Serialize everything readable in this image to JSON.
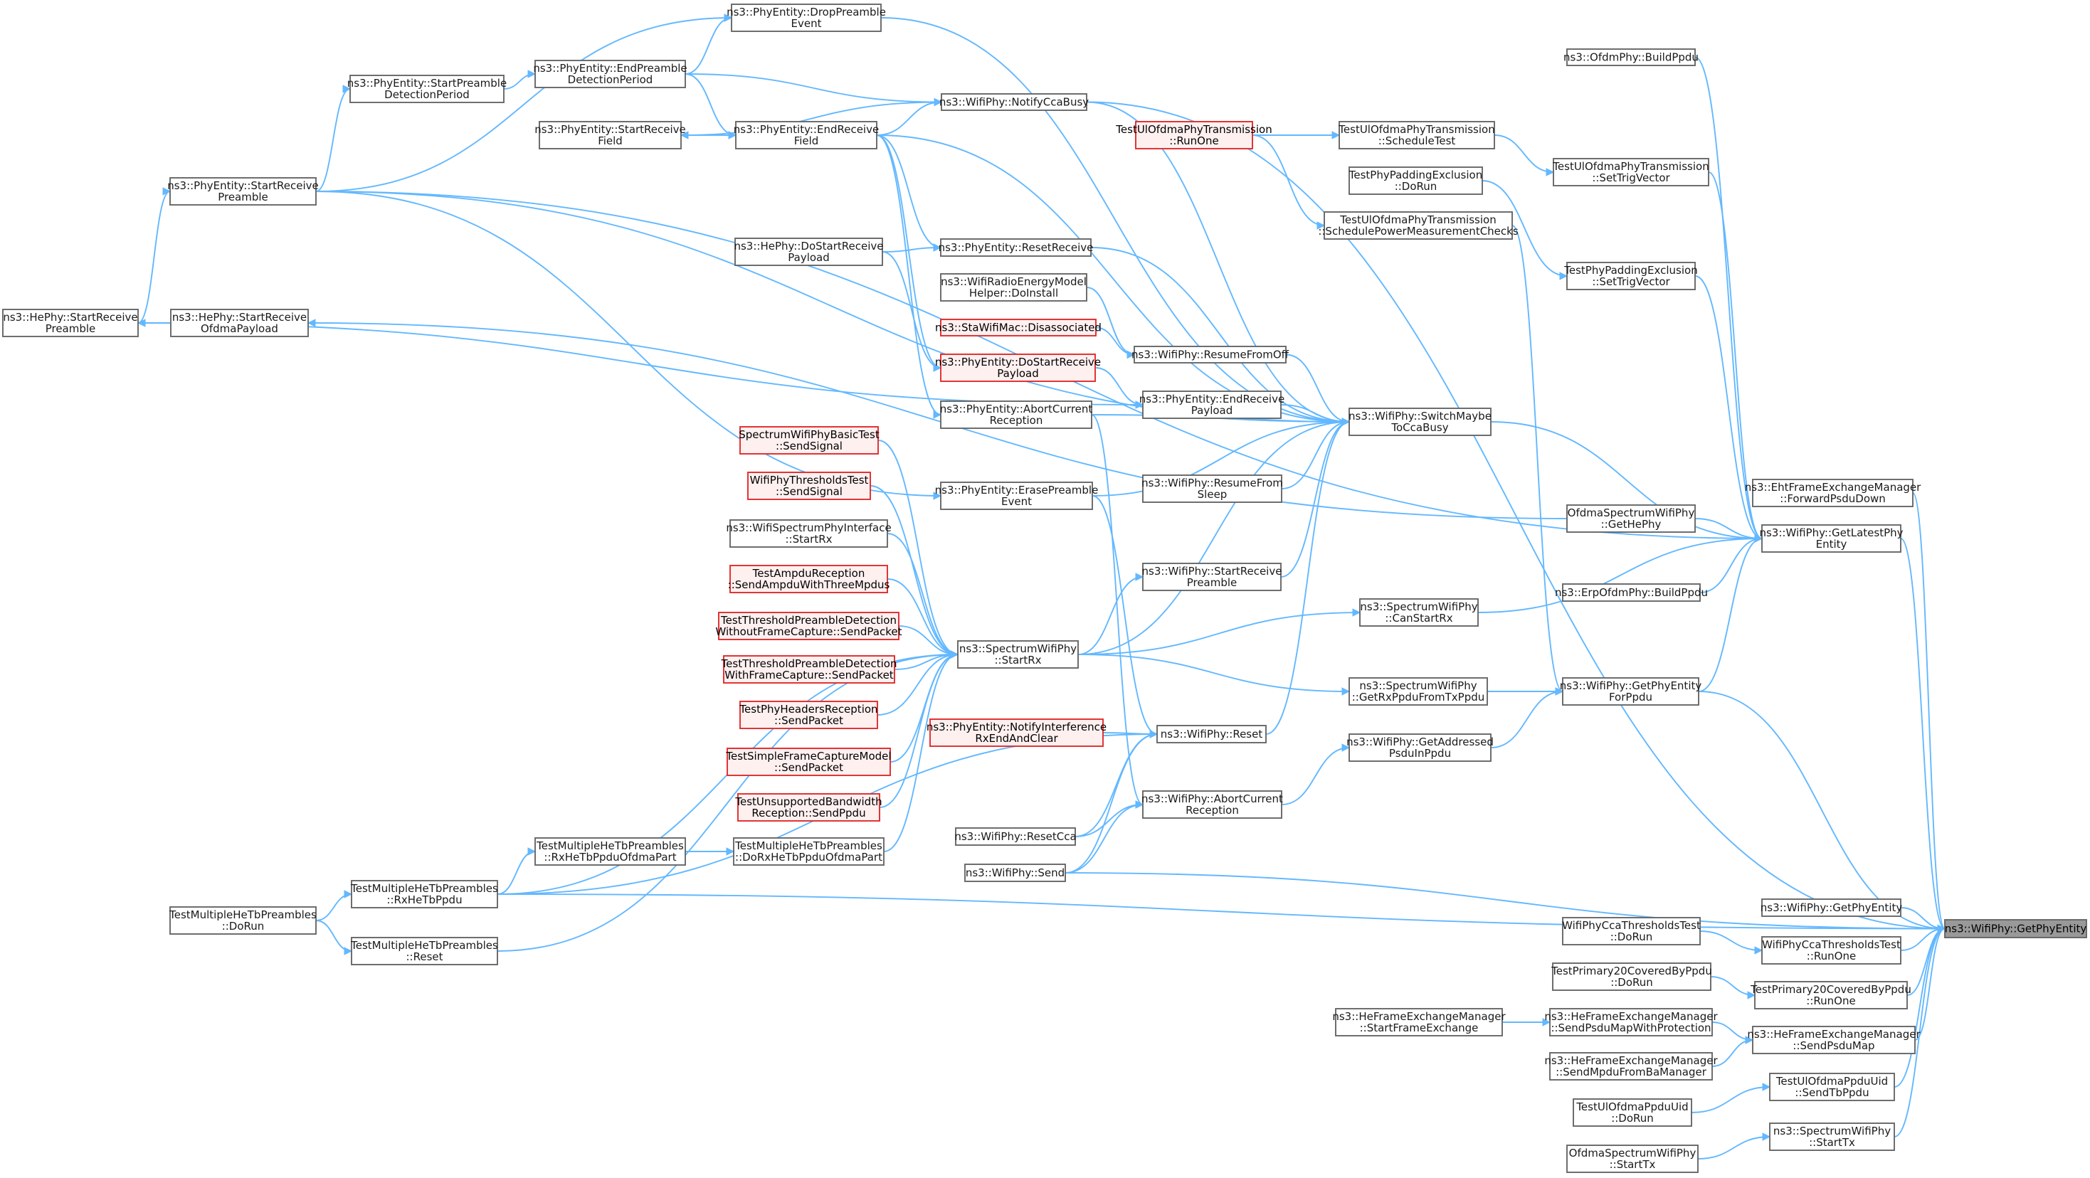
{
  "colors": {
    "edge": "#63b8ff",
    "node_border": "#666666",
    "node_fill": "#ffffff",
    "highlight_border": "#e22b2b",
    "highlight_fill": "#fff0f0",
    "root_fill": "#999999"
  },
  "nodes": [
    {
      "id": "root",
      "kind": "root",
      "lines": [
        "ns3::WifiPhy::GetPhyEntity"
      ]
    },
    {
      "id": "getLatest",
      "lines": [
        "ns3::WifiPhy::GetLatestPhy",
        "Entity"
      ]
    },
    {
      "id": "getPhyEntityForPpdu",
      "lines": [
        "ns3::WifiPhy::GetPhyEntity",
        "ForPpdu"
      ]
    },
    {
      "id": "getPhyEntity2",
      "lines": [
        "ns3::WifiPhy::GetPhyEntity"
      ]
    },
    {
      "id": "ehtForward",
      "lines": [
        "ns3::EhtFrameExchangeManager",
        "::ForwardPsduDown"
      ]
    },
    {
      "id": "ofdmBuild",
      "lines": [
        "ns3::OfdmPhy::BuildPpdu"
      ]
    },
    {
      "id": "erpBuild",
      "lines": [
        "ns3::ErpOfdmPhy::BuildPpdu"
      ]
    },
    {
      "id": "testSetTrig",
      "lines": [
        "TestUlOfdmaPhyTransmission",
        "::SetTrigVector"
      ]
    },
    {
      "id": "testSchedule",
      "lines": [
        "TestUlOfdmaPhyTransmission",
        "::ScheduleTest"
      ]
    },
    {
      "id": "testRunOne",
      "kind": "red",
      "lines": [
        "TestUlOfdmaPhyTransmission",
        "::RunOne"
      ]
    },
    {
      "id": "testPadDoRun",
      "lines": [
        "TestPhyPaddingExclusion",
        "::DoRun"
      ]
    },
    {
      "id": "testPadSetTrig",
      "lines": [
        "TestPhyPaddingExclusion",
        "::SetTrigVector"
      ]
    },
    {
      "id": "testSchedulePower",
      "lines": [
        "TestUlOfdmaPhyTransmission",
        "::SchedulePowerMeasurementChecks"
      ]
    },
    {
      "id": "ofdmaGetHe",
      "lines": [
        "OfdmaSpectrumWifiPhy",
        "::GetHePhy"
      ]
    },
    {
      "id": "canStartRx",
      "lines": [
        "ns3::SpectrumWifiPhy",
        "::CanStartRx"
      ]
    },
    {
      "id": "getRxPpdu",
      "lines": [
        "ns3::SpectrumWifiPhy",
        "::GetRxPpduFromTxPpdu"
      ]
    },
    {
      "id": "getAddressed",
      "lines": [
        "ns3::WifiPhy::GetAddressed",
        "PsduInPpdu"
      ]
    },
    {
      "id": "switchMaybe",
      "lines": [
        "ns3::WifiPhy::SwitchMaybe",
        "ToCcaBusy"
      ]
    },
    {
      "id": "notifyCca",
      "lines": [
        "ns3::WifiPhy::NotifyCcaBusy"
      ]
    },
    {
      "id": "dropPreamble",
      "lines": [
        "ns3::PhyEntity::DropPreamble",
        "Event"
      ]
    },
    {
      "id": "endPreamble",
      "lines": [
        "ns3::PhyEntity::EndPreamble",
        "DetectionPeriod"
      ]
    },
    {
      "id": "startPreambleDet",
      "lines": [
        "ns3::PhyEntity::StartPreamble",
        "DetectionPeriod"
      ]
    },
    {
      "id": "endRecvField",
      "lines": [
        "ns3::PhyEntity::EndReceive",
        "Field"
      ]
    },
    {
      "id": "startRecvField",
      "lines": [
        "ns3::PhyEntity::StartReceive",
        "Field"
      ]
    },
    {
      "id": "startRecvPreamble",
      "lines": [
        "ns3::PhyEntity::StartReceive",
        "Preamble"
      ]
    },
    {
      "id": "heStartRecvPreamble",
      "lines": [
        "ns3::HePhy::StartReceive",
        "Preamble"
      ]
    },
    {
      "id": "heStartRecvOfdma",
      "lines": [
        "ns3::HePhy::StartReceive",
        "OfdmaPayload"
      ]
    },
    {
      "id": "heDoStartRecv",
      "lines": [
        "ns3::HePhy::DoStartReceive",
        "Payload"
      ]
    },
    {
      "id": "resetReceive",
      "lines": [
        "ns3::PhyEntity::ResetReceive"
      ]
    },
    {
      "id": "radioEnergy",
      "lines": [
        "ns3::WifiRadioEnergyModel",
        "Helper::DoInstall"
      ]
    },
    {
      "id": "staDisassoc",
      "kind": "red",
      "lines": [
        "ns3::StaWifiMac::Disassociated"
      ]
    },
    {
      "id": "resumeFromOff",
      "lines": [
        "ns3::WifiPhy::ResumeFromOff"
      ]
    },
    {
      "id": "doStartRecvPayload",
      "kind": "red",
      "lines": [
        "ns3::PhyEntity::DoStartReceive",
        "Payload"
      ]
    },
    {
      "id": "endRecvPayload",
      "lines": [
        "ns3::PhyEntity::EndReceive",
        "Payload"
      ]
    },
    {
      "id": "abortCurrentEntity",
      "lines": [
        "ns3::PhyEntity::AbortCurrent",
        "Reception"
      ]
    },
    {
      "id": "resumeFromSleep",
      "lines": [
        "ns3::WifiPhy::ResumeFrom",
        "Sleep"
      ]
    },
    {
      "id": "erasePreamble",
      "lines": [
        "ns3::PhyEntity::ErasePreamble",
        "Event"
      ]
    },
    {
      "id": "wifiStartRecvPreamble",
      "lines": [
        "ns3::WifiPhy::StartReceive",
        "Preamble"
      ]
    },
    {
      "id": "spectrumStartRx",
      "lines": [
        "ns3::SpectrumWifiPhy",
        "::StartRx"
      ]
    },
    {
      "id": "sbtSendSignal",
      "kind": "red",
      "lines": [
        "SpectrumWifiPhyBasicTest",
        "::SendSignal"
      ]
    },
    {
      "id": "wptSendSignal",
      "kind": "red",
      "lines": [
        "WifiPhyThresholdsTest",
        "::SendSignal"
      ]
    },
    {
      "id": "wsiStartRx",
      "lines": [
        "ns3::WifiSpectrumPhyInterface",
        "::StartRx"
      ]
    },
    {
      "id": "ampduSend",
      "kind": "red",
      "lines": [
        "TestAmpduReception",
        "::SendAmpduWithThreeMpdus"
      ]
    },
    {
      "id": "tpdWithout",
      "kind": "red",
      "lines": [
        "TestThresholdPreambleDetection",
        "WithoutFrameCapture::SendPacket"
      ]
    },
    {
      "id": "tpdWith",
      "kind": "red",
      "lines": [
        "TestThresholdPreambleDetection",
        "WithFrameCapture::SendPacket"
      ]
    },
    {
      "id": "headersSend",
      "kind": "red",
      "lines": [
        "TestPhyHeadersReception",
        "::SendPacket"
      ]
    },
    {
      "id": "simpleCapture",
      "kind": "red",
      "lines": [
        "TestSimpleFrameCaptureModel",
        "::SendPacket"
      ]
    },
    {
      "id": "unsupportedBw",
      "kind": "red",
      "lines": [
        "TestUnsupportedBandwidth",
        "Reception::SendPpdu"
      ]
    },
    {
      "id": "notifyInterference",
      "kind": "red",
      "lines": [
        "ns3::PhyEntity::NotifyInterference",
        "RxEndAndClear"
      ]
    },
    {
      "id": "wifiReset",
      "lines": [
        "ns3::WifiPhy::Reset"
      ]
    },
    {
      "id": "abortCurrentWifi",
      "lines": [
        "ns3::WifiPhy::AbortCurrent",
        "Reception"
      ]
    },
    {
      "id": "resetCca",
      "lines": [
        "ns3::WifiPhy::ResetCca"
      ]
    },
    {
      "id": "wifiSend",
      "lines": [
        "ns3::WifiPhy::Send"
      ]
    },
    {
      "id": "mheRxOfdma",
      "lines": [
        "TestMultipleHeTbPreambles",
        "::RxHeTbPpduOfdmaPart"
      ]
    },
    {
      "id": "mheDoRxOfdma",
      "lines": [
        "TestMultipleHeTbPreambles",
        "::DoRxHeTbPpduOfdmaPart"
      ]
    },
    {
      "id": "mheRxHeTb",
      "lines": [
        "TestMultipleHeTbPreambles",
        "::RxHeTbPpdu"
      ]
    },
    {
      "id": "mheDoRun",
      "lines": [
        "TestMultipleHeTbPreambles",
        "::DoRun"
      ]
    },
    {
      "id": "mheReset",
      "lines": [
        "TestMultipleHeTbPreambles",
        "::Reset"
      ]
    },
    {
      "id": "ccaDoRun",
      "lines": [
        "WifiPhyCcaThresholdsTest",
        "::DoRun"
      ]
    },
    {
      "id": "ccaRunOne",
      "lines": [
        "WifiPhyCcaThresholdsTest",
        "::RunOne"
      ]
    },
    {
      "id": "p20DoRun",
      "lines": [
        "TestPrimary20CoveredByPpdu",
        "::DoRun"
      ]
    },
    {
      "id": "p20RunOne",
      "lines": [
        "TestPrimary20CoveredByPpdu",
        "::RunOne"
      ]
    },
    {
      "id": "heStartFrame",
      "lines": [
        "ns3::HeFrameExchangeManager",
        "::StartFrameExchange"
      ]
    },
    {
      "id": "heSendProt",
      "lines": [
        "ns3::HeFrameExchangeManager",
        "::SendPsduMapWithProtection"
      ]
    },
    {
      "id": "heSendPsduMap",
      "lines": [
        "ns3::HeFrameExchangeManager",
        "::SendPsduMap"
      ]
    },
    {
      "id": "heSendMpdu",
      "lines": [
        "ns3::HeFrameExchangeManager",
        "::SendMpduFromBaManager"
      ]
    },
    {
      "id": "uidSendTb",
      "lines": [
        "TestUlOfdmaPpduUid",
        "::SendTbPpdu"
      ]
    },
    {
      "id": "uidDoRun",
      "lines": [
        "TestUlOfdmaPpduUid",
        "::DoRun"
      ]
    },
    {
      "id": "spectrumStartTx",
      "lines": [
        "ns3::SpectrumWifiPhy",
        "::StartTx"
      ]
    },
    {
      "id": "ofdmaStartTx",
      "lines": [
        "OfdmaSpectrumWifiPhy",
        "::StartTx"
      ]
    }
  ],
  "edges": [
    [
      "getLatest",
      "root"
    ],
    [
      "getPhyEntityForPpdu",
      "root"
    ],
    [
      "getPhyEntity2",
      "root"
    ],
    [
      "ehtForward",
      "root"
    ],
    [
      "ccaRunOne",
      "root"
    ],
    [
      "p20RunOne",
      "root"
    ],
    [
      "heSendPsduMap",
      "root"
    ],
    [
      "uidSendTb",
      "root"
    ],
    [
      "spectrumStartTx",
      "root"
    ],
    [
      "wifiSend",
      "root"
    ],
    [
      "mheRxHeTb",
      "root"
    ],
    [
      "notifyCca",
      "root"
    ],
    [
      "ofdmBuild",
      "getLatest"
    ],
    [
      "ccaDoRun",
      "ccaRunOne"
    ],
    [
      "p20DoRun",
      "p20RunOne"
    ],
    [
      "heSendProt",
      "heSendPsduMap"
    ],
    [
      "heSendMpdu",
      "heSendPsduMap"
    ],
    [
      "heStartFrame",
      "heSendProt"
    ],
    [
      "uidDoRun",
      "uidSendTb"
    ],
    [
      "ofdmaStartTx",
      "spectrumStartTx"
    ],
    [
      "switchMaybe",
      "getLatest"
    ],
    [
      "ofdmaGetHe",
      "getLatest"
    ],
    [
      "canStartRx",
      "getLatest"
    ],
    [
      "erpBuild",
      "getLatest"
    ],
    [
      "testSetTrig",
      "getLatest"
    ],
    [
      "testPadSetTrig",
      "getLatest"
    ],
    [
      "startRecvPreamble",
      "getLatest"
    ],
    [
      "getPhyEntityForPpdu",
      "getLatest"
    ],
    [
      "getRxPpdu",
      "getPhyEntityForPpdu"
    ],
    [
      "getAddressed",
      "getPhyEntityForPpdu"
    ],
    [
      "testSchedulePower",
      "getPhyEntityForPpdu"
    ],
    [
      "testSchedule",
      "testSetTrig"
    ],
    [
      "testRunOne",
      "testSchedule"
    ],
    [
      "testRunOne",
      "testSchedulePower"
    ],
    [
      "testPadDoRun",
      "testPadSetTrig"
    ],
    [
      "abortCurrentWifi",
      "getAddressed"
    ],
    [
      "spectrumStartRx",
      "getRxPpdu"
    ],
    [
      "spectrumStartRx",
      "canStartRx"
    ],
    [
      "notifyCca",
      "switchMaybe"
    ],
    [
      "dropPreamble",
      "switchMaybe"
    ],
    [
      "startRecvPreamble",
      "switchMaybe"
    ],
    [
      "endRecvField",
      "switchMaybe"
    ],
    [
      "resetReceive",
      "switchMaybe"
    ],
    [
      "resumeFromOff",
      "switchMaybe"
    ],
    [
      "endRecvPayload",
      "switchMaybe"
    ],
    [
      "erasePreamble",
      "switchMaybe"
    ],
    [
      "resumeFromSleep",
      "switchMaybe"
    ],
    [
      "wifiStartRecvPreamble",
      "switchMaybe"
    ],
    [
      "spectrumStartRx",
      "switchMaybe"
    ],
    [
      "wifiReset",
      "switchMaybe"
    ],
    [
      "abortCurrentEntity",
      "switchMaybe"
    ],
    [
      "ofdmaGetHe",
      "heStartRecvOfdma"
    ],
    [
      "endPreamble",
      "dropPreamble"
    ],
    [
      "startRecvPreamble",
      "dropPreamble"
    ],
    [
      "startPreambleDet",
      "endPreamble"
    ],
    [
      "endPreamble",
      "notifyCca"
    ],
    [
      "endRecvField",
      "notifyCca"
    ],
    [
      "startRecvField",
      "notifyCca"
    ],
    [
      "endPreamble",
      "endRecvField"
    ],
    [
      "startRecvField",
      "endRecvField"
    ],
    [
      "endRecvField",
      "startRecvField"
    ],
    [
      "startRecvPreamble",
      "startPreambleDet"
    ],
    [
      "heStartRecvPreamble",
      "startRecvPreamble"
    ],
    [
      "heStartRecvOfdma",
      "heStartRecvPreamble"
    ],
    [
      "heDoStartRecv",
      "resetReceive"
    ],
    [
      "endRecvField",
      "resetReceive"
    ],
    [
      "radioEnergy",
      "resumeFromOff"
    ],
    [
      "staDisassoc",
      "resumeFromOff"
    ],
    [
      "doStartRecvPayload",
      "endRecvPayload"
    ],
    [
      "endRecvField",
      "doStartRecvPayload"
    ],
    [
      "heDoStartRecv",
      "doStartRecvPayload"
    ],
    [
      "endRecvField",
      "abortCurrentEntity"
    ],
    [
      "startRecvPreamble",
      "erasePreamble"
    ],
    [
      "spectrumStartRx",
      "wifiStartRecvPreamble"
    ],
    [
      "sbtSendSignal",
      "spectrumStartRx"
    ],
    [
      "wptSendSignal",
      "spectrumStartRx"
    ],
    [
      "wsiStartRx",
      "spectrumStartRx"
    ],
    [
      "ampduSend",
      "spectrumStartRx"
    ],
    [
      "tpdWithout",
      "spectrumStartRx"
    ],
    [
      "tpdWith",
      "spectrumStartRx"
    ],
    [
      "headersSend",
      "spectrumStartRx"
    ],
    [
      "simpleCapture",
      "spectrumStartRx"
    ],
    [
      "unsupportedBw",
      "spectrumStartRx"
    ],
    [
      "mheDoRxOfdma",
      "spectrumStartRx"
    ],
    [
      "mheRxHeTb",
      "spectrumStartRx"
    ],
    [
      "mheReset",
      "spectrumStartRx"
    ],
    [
      "notifyInterference",
      "wifiReset"
    ],
    [
      "erasePreamble",
      "wifiReset"
    ],
    [
      "abortCurrentEntity",
      "abortCurrentWifi"
    ],
    [
      "resetCca",
      "abortCurrentWifi"
    ],
    [
      "wifiSend",
      "abortCurrentWifi"
    ],
    [
      "resetCca",
      "wifiReset"
    ],
    [
      "wifiSend",
      "wifiReset"
    ],
    [
      "mheRxHeTb",
      "wifiReset"
    ],
    [
      "mheRxOfdma",
      "mheDoRxOfdma"
    ],
    [
      "mheRxHeTb",
      "mheRxOfdma"
    ],
    [
      "mheDoRun",
      "mheRxHeTb"
    ],
    [
      "mheDoRun",
      "mheReset"
    ],
    [
      "heStartRecvPreamble",
      "endRecvPayload"
    ]
  ]
}
